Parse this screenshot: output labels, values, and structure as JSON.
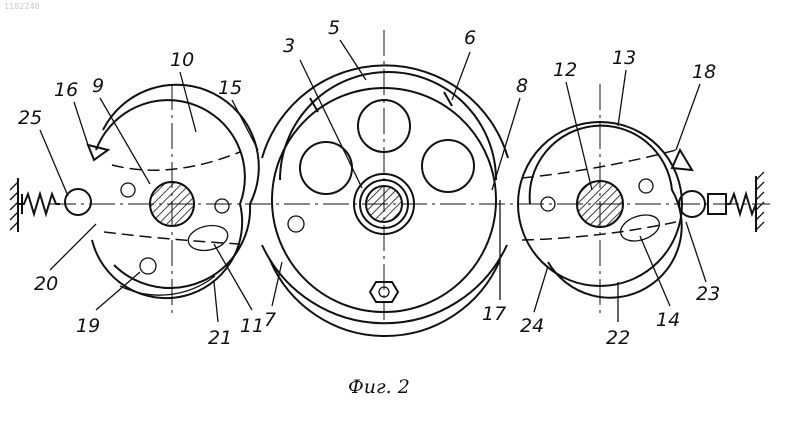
{
  "watermark": "1182248",
  "caption": "Фиг. 2",
  "labels": [
    "3",
    "5",
    "6",
    "8",
    "12",
    "13",
    "18",
    "9",
    "10",
    "15",
    "16",
    "25",
    "20",
    "19",
    "21",
    "11",
    "7",
    "17",
    "24",
    "22",
    "14",
    "23"
  ]
}
